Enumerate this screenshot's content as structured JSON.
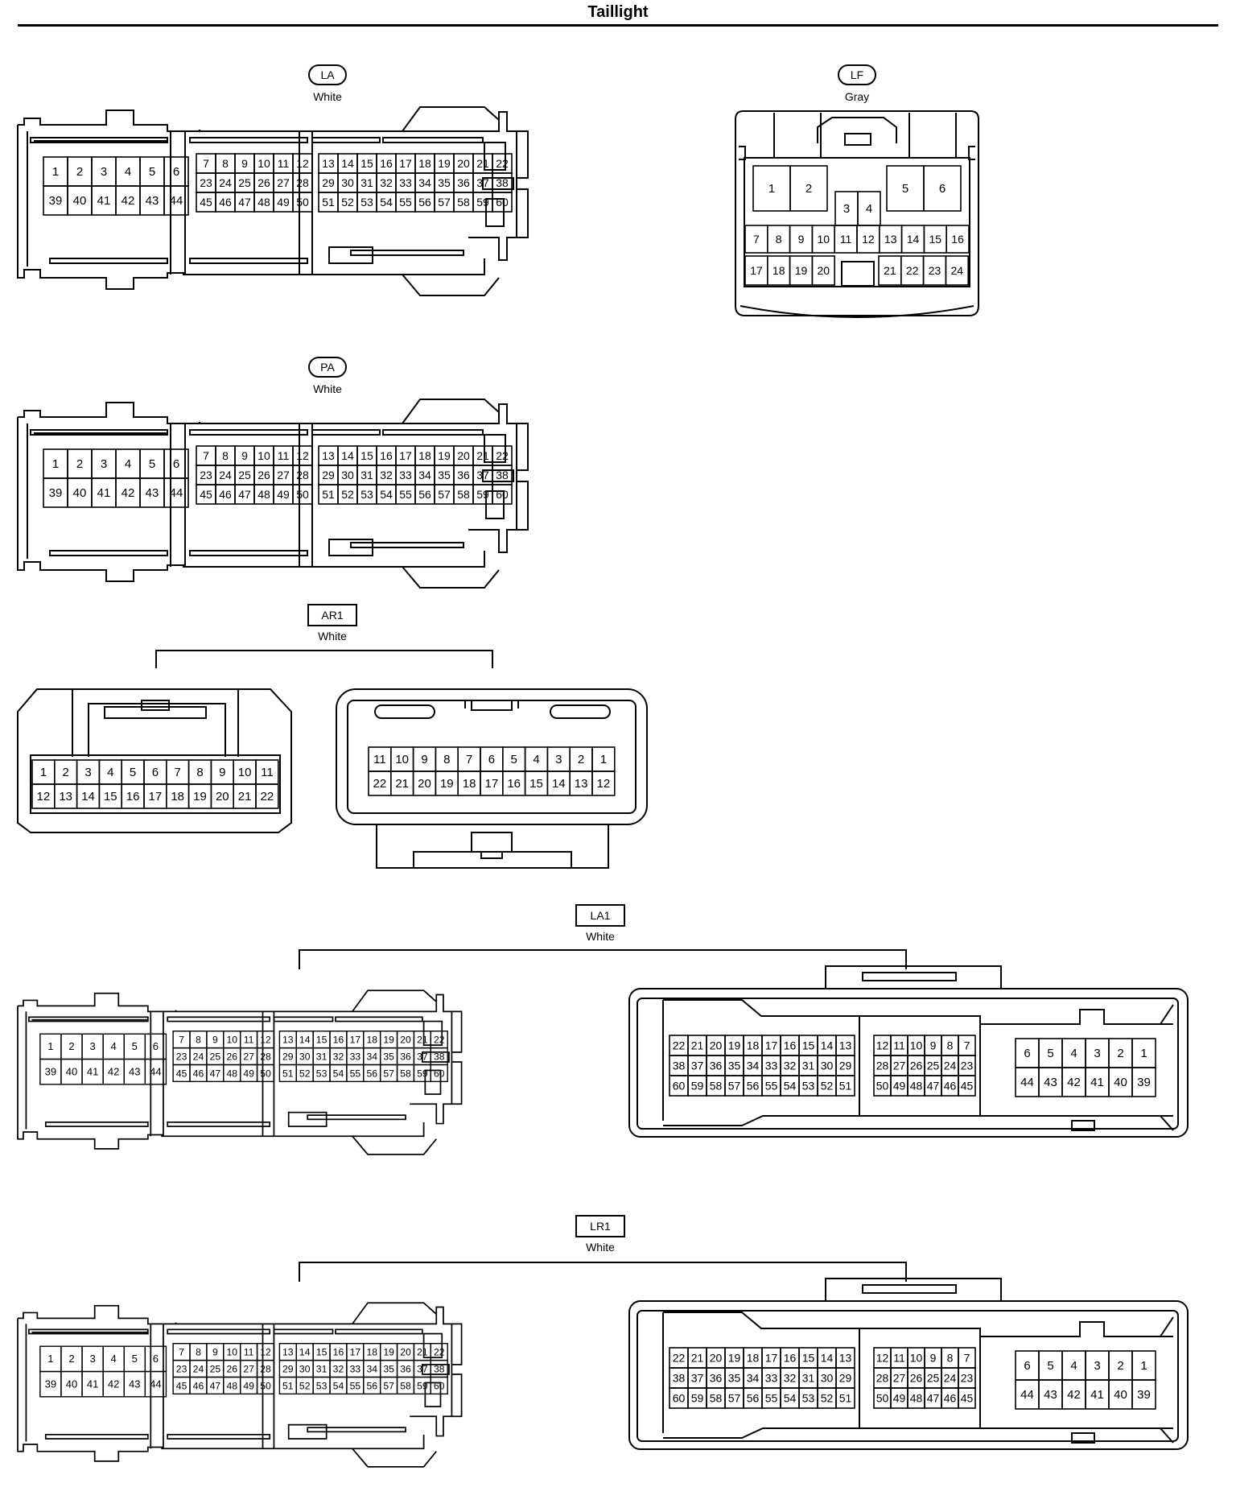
{
  "header": {
    "title": "Taillight"
  },
  "connectors": {
    "LA": {
      "code": "LA",
      "color": "White"
    },
    "LF": {
      "code": "LF",
      "color": "Gray"
    },
    "PA": {
      "code": "PA",
      "color": "White"
    },
    "AR1": {
      "code": "AR1",
      "color": "White"
    },
    "LA1": {
      "code": "LA1",
      "color": "White"
    },
    "LR1": {
      "code": "LR1",
      "color": "White"
    }
  },
  "pin_layouts": {
    "ecu_block1": [
      [
        "1",
        "2",
        "3",
        "4",
        "5",
        "6"
      ],
      [
        "39",
        "40",
        "41",
        "42",
        "43",
        "44"
      ]
    ],
    "ecu_block2": [
      [
        "7",
        "8",
        "9",
        "10",
        "11",
        "12"
      ],
      [
        "23",
        "24",
        "25",
        "26",
        "27",
        "28"
      ],
      [
        "45",
        "46",
        "47",
        "48",
        "49",
        "50"
      ]
    ],
    "ecu_block3": [
      [
        "13",
        "14",
        "15",
        "16",
        "17",
        "18",
        "19",
        "20",
        "21",
        "22"
      ],
      [
        "29",
        "30",
        "31",
        "32",
        "33",
        "34",
        "35",
        "36",
        "37",
        "38"
      ],
      [
        "51",
        "52",
        "53",
        "54",
        "55",
        "56",
        "57",
        "58",
        "59",
        "60"
      ]
    ],
    "mirror_block1": [
      [
        "22",
        "21",
        "20",
        "19",
        "18",
        "17",
        "16",
        "15",
        "14",
        "13"
      ],
      [
        "38",
        "37",
        "36",
        "35",
        "34",
        "33",
        "32",
        "31",
        "30",
        "29"
      ],
      [
        "60",
        "59",
        "58",
        "57",
        "56",
        "55",
        "54",
        "53",
        "52",
        "51"
      ]
    ],
    "mirror_block2": [
      [
        "12",
        "11",
        "10",
        "9",
        "8",
        "7"
      ],
      [
        "28",
        "27",
        "26",
        "25",
        "24",
        "23"
      ],
      [
        "50",
        "49",
        "48",
        "47",
        "46",
        "45"
      ]
    ],
    "mirror_block3": [
      [
        "6",
        "5",
        "4",
        "3",
        "2",
        "1"
      ],
      [
        "44",
        "43",
        "42",
        "41",
        "40",
        "39"
      ]
    ],
    "lf_top": [
      "1",
      "2",
      "5",
      "6"
    ],
    "lf_mid": [
      "3",
      "4"
    ],
    "lf_row1": [
      "7",
      "8",
      "9",
      "10",
      "11",
      "12",
      "13",
      "14",
      "15",
      "16"
    ],
    "lf_row2a": [
      "17",
      "18",
      "19",
      "20"
    ],
    "lf_row2b": [
      "21",
      "22",
      "23",
      "24"
    ],
    "ar1_left": [
      [
        "1",
        "2",
        "3",
        "4",
        "5",
        "6",
        "7",
        "8",
        "9",
        "10",
        "11"
      ],
      [
        "12",
        "13",
        "14",
        "15",
        "16",
        "17",
        "18",
        "19",
        "20",
        "21",
        "22"
      ]
    ],
    "ar1_right": [
      [
        "11",
        "10",
        "9",
        "8",
        "7",
        "6",
        "5",
        "4",
        "3",
        "2",
        "1"
      ],
      [
        "22",
        "21",
        "20",
        "19",
        "18",
        "17",
        "16",
        "15",
        "14",
        "13",
        "12"
      ]
    ]
  }
}
